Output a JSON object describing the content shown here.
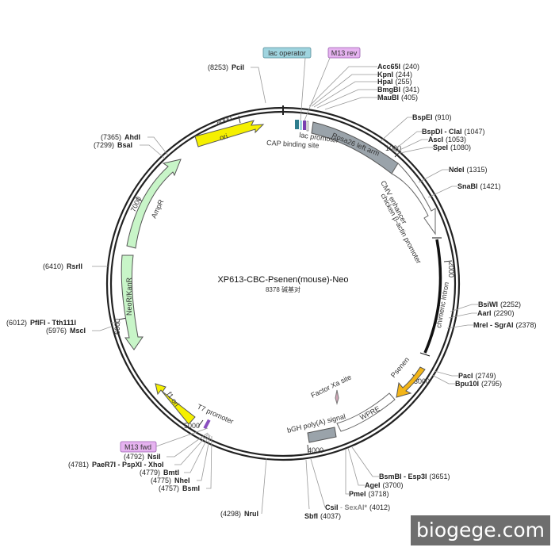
{
  "plasmid": {
    "name": "XP613-CBC-Psenen(mouse)-Neo",
    "size": "8378 碱基对"
  },
  "tick_labels": [
    "1000",
    "2000",
    "3000",
    "4000",
    "5000",
    "6000",
    "7000",
    "8000"
  ],
  "features": {
    "ori": "ori",
    "ampr": "AmpR",
    "neokanr": "NeoR/KanR",
    "f1ori": "f1 ori",
    "rosa26": "Rosa26 left arm",
    "cmv": "CMV enhancer",
    "cba": "chicken β-actin promoter",
    "intron": "chimeric intron",
    "psenen": "Psenen",
    "wpre": "WPRE",
    "bgh": "bGH poly(A) signal",
    "factorxa": "Factor Xa site",
    "t7": "T7 promoter",
    "lacprom": "lac promoter",
    "cap": "CAP binding site"
  },
  "boxes": {
    "lac_operator": "lac operator",
    "m13rev": "M13 rev",
    "m13fwd": "M13 fwd"
  },
  "right_sites": [
    {
      "name": "Acc65I",
      "pos": "(240)"
    },
    {
      "name": "KpnI",
      "pos": "(244)"
    },
    {
      "name": "HpaI",
      "pos": "(255)"
    },
    {
      "name": "BmgBI",
      "pos": "(341)"
    },
    {
      "name": "MauBI",
      "pos": "(405)"
    },
    {
      "name": "BspEI",
      "pos": "(910)"
    },
    {
      "name": "BspDI - ClaI",
      "pos": "(1047)"
    },
    {
      "name": "AscI",
      "pos": "(1053)"
    },
    {
      "name": "SpeI",
      "pos": "(1080)"
    },
    {
      "name": "NdeI",
      "pos": "(1315)"
    },
    {
      "name": "SnaBI",
      "pos": "(1421)"
    },
    {
      "name": "BsiWI",
      "pos": "(2252)"
    },
    {
      "name": "AarI",
      "pos": "(2290)"
    },
    {
      "name": "MreI - SgrAI",
      "pos": "(2378)"
    },
    {
      "name": "PacI",
      "pos": "(2749)"
    },
    {
      "name": "Bpu10I",
      "pos": "(2795)"
    },
    {
      "name": "BsmBI - Esp3I",
      "pos": "(3651)"
    },
    {
      "name": "AgeI",
      "pos": "(3700)"
    },
    {
      "name": "PmeI",
      "pos": "(3718)"
    }
  ],
  "csi": {
    "name": "CsiI",
    "sep": " - ",
    "alt": "SexAI*",
    "pos": "(4012)"
  },
  "sbf": {
    "name": "SbfI",
    "pos": "(4037)"
  },
  "nru": {
    "name": "NruI",
    "pos": "(4298)"
  },
  "left_sites": [
    {
      "name": "PciI",
      "pos": "(8253)"
    },
    {
      "name": "AhdI",
      "pos": "(7365)"
    },
    {
      "name": "BsaI",
      "pos": "(7299)"
    },
    {
      "name": "RsrII",
      "pos": "(6410)"
    },
    {
      "name": "PflFI - Tth111I",
      "pos": "(6012)"
    },
    {
      "name": "MscI",
      "pos": "(5976)"
    },
    {
      "name": "NsiI",
      "pos": "(4792)"
    },
    {
      "name": "PaeR7I - PspXI - XhoI",
      "pos": "(4781)"
    },
    {
      "name": "BmtI",
      "pos": "(4779)"
    },
    {
      "name": "NheI",
      "pos": "(4775)"
    },
    {
      "name": "BsmI",
      "pos": "(4757)"
    }
  ],
  "watermark": "biogege.com",
  "colors": {
    "ori": "#f5f000",
    "resistance": "#c8f5c8",
    "rosa": "#9aa3aa",
    "psenen": "#f3b518",
    "lac_box": "#9fd4df",
    "m13_box": "#e6b3f0",
    "backbone": "#222222"
  }
}
